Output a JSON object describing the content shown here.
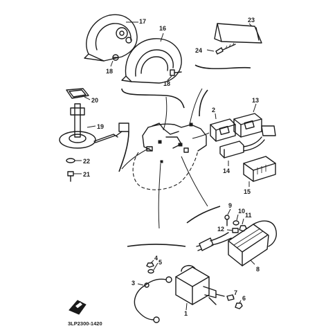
{
  "diagram": {
    "code": "3LP2300-1420",
    "callouts": {
      "c1": "1",
      "c2": "2",
      "c3": "3",
      "c4": "4",
      "c5": "5",
      "c6": "6",
      "c7": "7",
      "c8": "8",
      "c9": "9",
      "c10": "10",
      "c11": "11",
      "c12": "12",
      "c13": "13",
      "c14": "14",
      "c15": "15",
      "c16": "16",
      "c17": "17",
      "c18a": "18",
      "c18b": "18",
      "c19": "19",
      "c20": "20",
      "c21": "21",
      "c22": "22",
      "c23": "23",
      "c24": "24"
    }
  }
}
